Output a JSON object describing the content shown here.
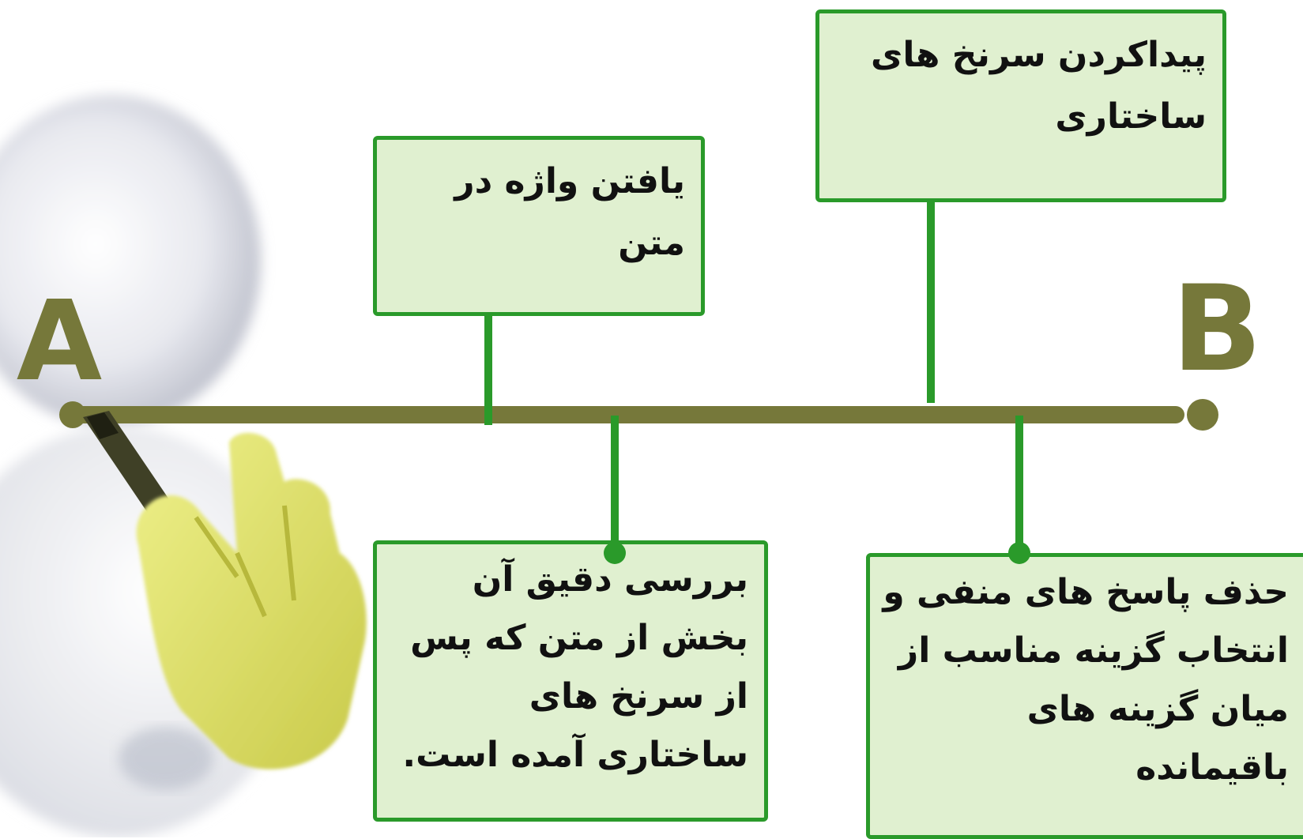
{
  "diagram": {
    "endpoints": {
      "start": "A",
      "end": "B"
    },
    "steps": [
      {
        "id": "step-1",
        "lines": [
          "یافتن واژه در",
          "متن"
        ]
      },
      {
        "id": "step-2",
        "lines": [
          "پیداکردن سرنخ های",
          "ساختاری"
        ]
      },
      {
        "id": "step-3",
        "lines": [
          "بررسی دقیق آن",
          "بخش از متن که پس",
          "از سرنخ های",
          "ساختاری آمده است."
        ]
      },
      {
        "id": "step-4",
        "lines": [
          "حذف پاسخ های منفی و",
          "انتخاب گزینه مناسب از",
          "میان گزینه های",
          "باقیمانده"
        ]
      }
    ],
    "colors": {
      "timeline": "#76783a",
      "connector": "#2a9a2a",
      "box_fill": "#e0f0d0",
      "box_border": "#2a9a2a",
      "hand": "#dfe06a"
    }
  }
}
